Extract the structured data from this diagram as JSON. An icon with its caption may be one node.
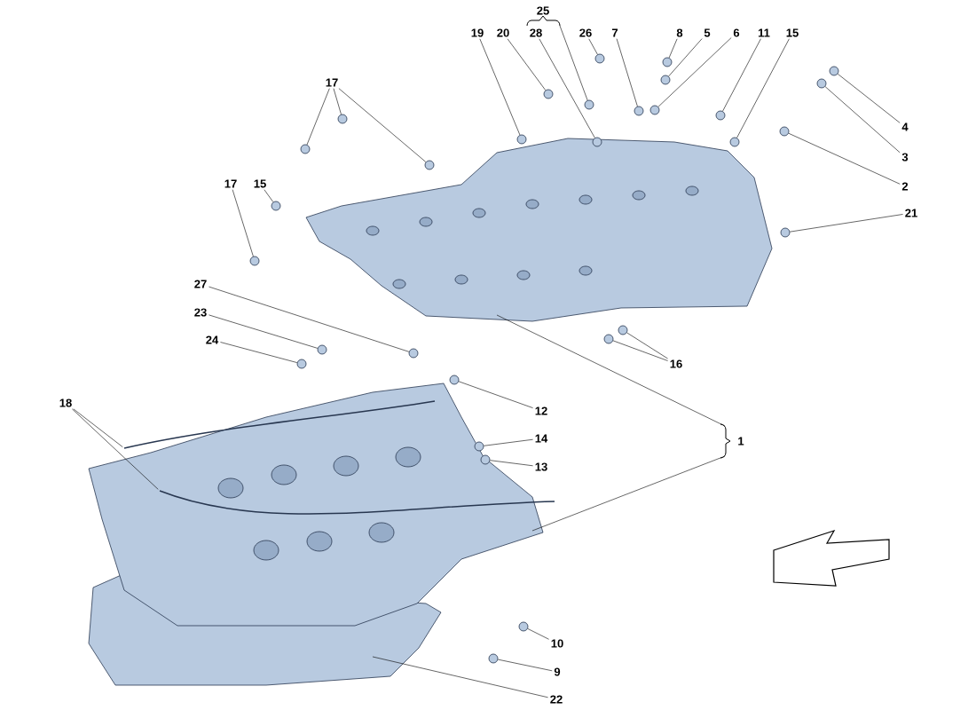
{
  "diagram": {
    "nodes": [
      {
        "text": [
          "25"
        ]
      },
      {
        "text": [
          "19"
        ]
      },
      {
        "text": [
          "20"
        ]
      },
      {
        "text": [
          "28"
        ]
      },
      {
        "text": [
          "26"
        ]
      },
      {
        "text": [
          "7"
        ]
      },
      {
        "text": [
          "8"
        ]
      },
      {
        "text": [
          "5"
        ]
      },
      {
        "text": [
          "6"
        ]
      },
      {
        "text": [
          "11"
        ]
      },
      {
        "text": [
          "15"
        ]
      },
      {
        "text": [
          "17"
        ]
      },
      {
        "text": [
          "4"
        ]
      },
      {
        "text": [
          "3"
        ]
      },
      {
        "text": [
          "2"
        ]
      },
      {
        "text": [
          "17"
        ]
      },
      {
        "text": [
          "15"
        ]
      },
      {
        "text": [
          "21"
        ]
      },
      {
        "text": [
          "27"
        ]
      },
      {
        "text": [
          "23"
        ]
      },
      {
        "text": [
          "24"
        ]
      },
      {
        "text": [
          "16"
        ]
      },
      {
        "text": [
          "18"
        ]
      },
      {
        "text": [
          "12"
        ]
      },
      {
        "text": [
          "14"
        ]
      },
      {
        "text": [
          "1"
        ]
      },
      {
        "text": [
          "13"
        ]
      },
      {
        "text": [
          "10"
        ]
      },
      {
        "text": [
          "9"
        ]
      },
      {
        "text": [
          "22"
        ]
      },
      {
        "text": [],
        "shape": "circle"
      },
      {
        "text": [],
        "shape": "circle"
      },
      {
        "text": [],
        "shape": "circle"
      },
      {
        "text": [],
        "shape": "circle"
      },
      {
        "text": [],
        "shape": "circle"
      },
      {
        "text": [],
        "shape": "circle"
      },
      {
        "text": [],
        "shape": "circle"
      },
      {
        "text": [],
        "shape": "circle"
      },
      {
        "text": [],
        "shape": "circle"
      },
      {
        "text": [],
        "shape": "circle"
      },
      {
        "text": [],
        "shape": "circle"
      },
      {
        "text": [],
        "shape": "circle"
      },
      {
        "text": [],
        "shape": "circle"
      },
      {
        "text": [],
        "shape": "circle"
      },
      {
        "text": [],
        "shape": "circle"
      },
      {
        "text": [],
        "shape": "circle"
      },
      {
        "text": [],
        "shape": "circle"
      },
      {
        "text": [],
        "shape": "circle"
      },
      {
        "text": [],
        "shape": "circle"
      },
      {
        "text": [],
        "shape": "circle"
      },
      {
        "text": [],
        "shape": "circle"
      },
      {
        "text": [],
        "shape": "circle"
      },
      {
        "text": [],
        "shape": "circle"
      },
      {
        "text": [],
        "shape": "circle"
      },
      {
        "text": [],
        "shape": "circle"
      },
      {
        "text": [],
        "shape": "circle"
      },
      {
        "text": [],
        "shape": "circle"
      },
      {
        "text": [],
        "shape": "circle"
      },
      {
        "text": [],
        "shape": "circle"
      },
      {
        "text": [],
        "shape": "circle"
      },
      {
        "text": [],
        "shape": "picture"
      },
      {
        "text": [],
        "shape": "picture"
      }
    ],
    "edges": [
      {
        "from": 0,
        "to": 30,
        "arrow": "none"
      },
      {
        "from": 1,
        "to": 31,
        "arrow": "none"
      },
      {
        "from": 2,
        "to": 32,
        "arrow": "none"
      },
      {
        "from": 3,
        "to": 33,
        "arrow": "none"
      },
      {
        "from": 4,
        "to": 34,
        "arrow": "none"
      },
      {
        "from": 5,
        "to": 35,
        "arrow": "none"
      },
      {
        "from": 6,
        "to": 36,
        "arrow": "none"
      },
      {
        "from": 7,
        "to": 37,
        "arrow": "none"
      },
      {
        "from": 8,
        "to": 38,
        "arrow": "none"
      },
      {
        "from": 9,
        "to": 39,
        "arrow": "none"
      },
      {
        "from": 10,
        "to": 40,
        "arrow": "none"
      },
      {
        "from": 11,
        "to": 41,
        "arrow": "none"
      },
      {
        "from": 11,
        "to": 42,
        "arrow": "none"
      },
      {
        "from": 11,
        "to": 43,
        "arrow": "none"
      },
      {
        "from": 12,
        "to": 44,
        "arrow": "none"
      },
      {
        "from": 13,
        "to": 45,
        "arrow": "none"
      },
      {
        "from": 14,
        "to": 46,
        "arrow": "none"
      },
      {
        "from": 15,
        "to": 47,
        "arrow": "none"
      },
      {
        "from": 16,
        "to": 48,
        "arrow": "none"
      },
      {
        "from": 17,
        "to": 49,
        "arrow": "none"
      },
      {
        "from": 18,
        "to": 50,
        "arrow": "none"
      },
      {
        "from": 19,
        "to": 51,
        "arrow": "none"
      },
      {
        "from": 20,
        "to": 52,
        "arrow": "none"
      },
      {
        "from": 21,
        "to": 53,
        "arrow": "none"
      },
      {
        "from": 21,
        "to": 54,
        "arrow": "none"
      },
      {
        "from": 22,
        "to": 60,
        "arrow": "none"
      },
      {
        "from": 22,
        "to": 61,
        "arrow": "none"
      },
      {
        "from": 23,
        "to": 55,
        "arrow": "none"
      },
      {
        "from": 24,
        "to": 56,
        "arrow": "none"
      },
      {
        "from": 25,
        "to": null,
        "arrow": "none"
      },
      {
        "from": 25,
        "to": null,
        "arrow": "none"
      },
      {
        "from": 26,
        "to": 57,
        "arrow": "none"
      },
      {
        "from": 27,
        "to": 58,
        "arrow": "none"
      },
      {
        "from": 28,
        "to": 59,
        "arrow": "none"
      },
      {
        "from": 29,
        "to": null,
        "arrow": "none"
      }
    ]
  }
}
